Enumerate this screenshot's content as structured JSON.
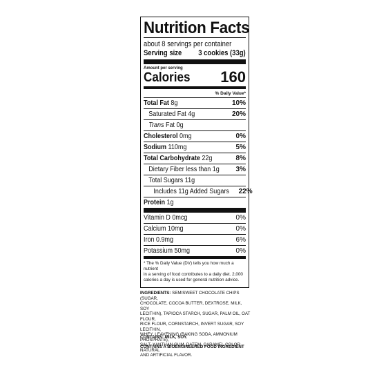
{
  "panel": {
    "title": "Nutrition Facts",
    "servings_per_container": "about 8 servings per container",
    "serving_size_label": "Serving size",
    "serving_size_value": "3 cookies (33g)",
    "amount_per_serving": "Amount per serving",
    "calories_label": "Calories",
    "calories_value": "160",
    "dv_header": "% Daily Value*"
  },
  "nutrients": [
    {
      "name": "Total Fat",
      "amount": "8g",
      "dv": "10%"
    },
    {
      "name": "Saturated Fat",
      "amount": "4g",
      "dv": "20%"
    },
    {
      "name": "Trans",
      "name_suffix": "Fat",
      "amount": "0g",
      "dv": ""
    },
    {
      "name": "Cholesterol",
      "amount": "0mg",
      "dv": "0%"
    },
    {
      "name": "Sodium",
      "amount": "110mg",
      "dv": "5%"
    },
    {
      "name": "Total Carbohydrate",
      "amount": "22g",
      "dv": "8%"
    },
    {
      "name": "Dietary Fiber less than",
      "amount": "1g",
      "dv": "3%"
    },
    {
      "name": "Total Sugars",
      "amount": "11g",
      "dv": ""
    },
    {
      "name": "Includes 11g Added Sugars",
      "amount": "",
      "dv": "22%"
    },
    {
      "name": "Protein",
      "amount": "1g",
      "dv": ""
    }
  ],
  "vitamins": [
    {
      "name": "Vitamin D",
      "amount": "0mcg",
      "dv": "0%"
    },
    {
      "name": "Calcium",
      "amount": "10mg",
      "dv": "0%"
    },
    {
      "name": "Iron",
      "amount": "0.9mg",
      "dv": "6%"
    },
    {
      "name": "Potassium",
      "amount": "50mg",
      "dv": "0%"
    }
  ],
  "footnote": [
    "* The % Daily Value (DV) tells you how much a nutrient",
    "in a serving of food contributes to a daily diet. 2,000",
    "calories a day is used for general nutrition advice."
  ],
  "ingredients_label": "INGREDIENTS:",
  "ingredients_lines": [
    "SEMISWEET CHOCOLATE CHIPS (SUGAR,",
    "CHOCOLATE, COCOA BUTTER, DEXTROSE, MILK, SOY",
    "LECITHIN), TAPIOCA STARCH, SUGAR, PALM OIL, OAT FLOUR,",
    "RICE FLOUR, CORNSTARCH, INVERT SUGAR, SOY LECITHIN,",
    "WHEY, LEAVENING (BAKING SODA, AMMONIUM PHOSPHATE),",
    "SALT, XANTHAN GUM, DATEM, CARAMEL COLOR, NATURAL",
    "AND ARTIFICIAL FLAVOR."
  ],
  "contains": "CONTAINS: MILK, SOY.",
  "bioengineered": "CONTAINS A BIOENGINEERED FOOD INGREDIENT"
}
